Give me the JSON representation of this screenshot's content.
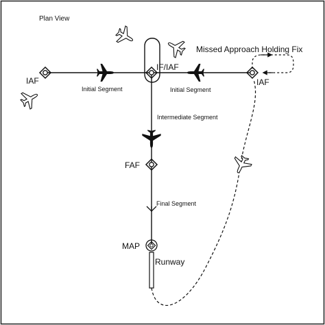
{
  "title": "Plan View",
  "labels": {
    "iaf_left": "IAF",
    "iaf_right": "IAF",
    "if_iaf": "IF/IAF",
    "faf": "FAF",
    "map": "MAP",
    "runway": "Runway",
    "missed_approach": "Missed Approach Holding Fix",
    "initial_segment_left": "Initial Segment",
    "initial_segment_right": "Initial Segment",
    "intermediate_segment": "Intermediate Segment",
    "final_segment": "Final Segment"
  },
  "icons": {
    "aircraft": "airplane-icon",
    "fix": "waypoint-fix-icon",
    "map_fix": "missed-approach-point-icon"
  },
  "colors": {
    "line": "#111111",
    "border": "#222222",
    "aircraft_fill": "#ffffff"
  }
}
